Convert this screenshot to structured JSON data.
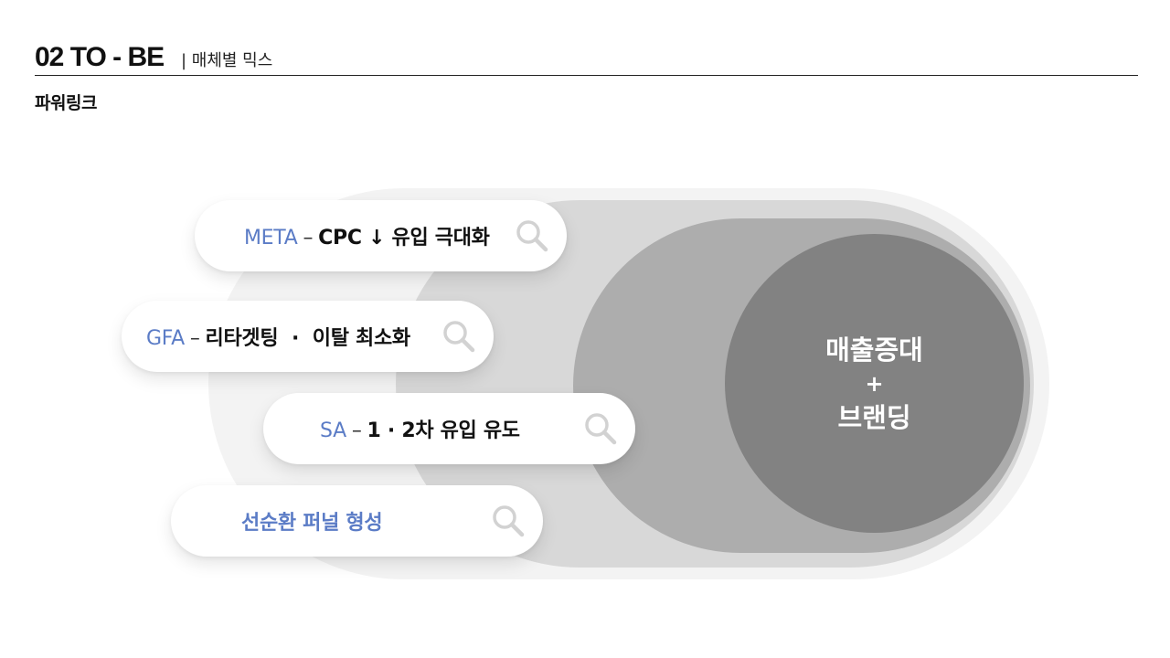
{
  "header": {
    "title": "02 TO - BE",
    "subtitle": "| 매체별 믹스"
  },
  "section_title": "파워링크",
  "center": {
    "line1": "매출증대",
    "plus": "+",
    "line2": "브랜딩"
  },
  "items": [
    {
      "tag": "META",
      "dash": "–",
      "text": "CPC ↓ 유입 극대화"
    },
    {
      "tag": "GFA",
      "dash": "–",
      "text": "리타겟팅  ·  이탈 최소화"
    },
    {
      "tag": "SA",
      "dash": "–",
      "text": "1 · 2차 유입 유도"
    },
    {
      "text": "선순환 퍼널 형성"
    }
  ],
  "icons": {
    "search": "search-icon"
  },
  "colors": {
    "accent": "#5b7cc6",
    "layer_outer": "#f3f3f3",
    "layer_2": "#d8d8d8",
    "layer_3": "#adadad",
    "layer_core": "#828282"
  }
}
